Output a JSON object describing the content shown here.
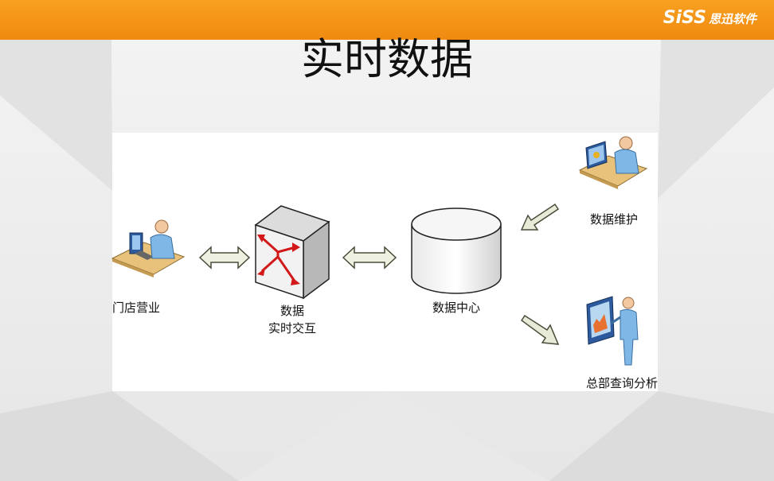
{
  "header": {
    "logo_mark": "SiSS",
    "logo_text": "思迅软件",
    "brand_color": "#f7941d"
  },
  "slide": {
    "title": "实时数据"
  },
  "diagram": {
    "nodes": [
      {
        "id": "store",
        "label": "门店营业",
        "icon": "person-at-computer-icon"
      },
      {
        "id": "exchange",
        "label_line1": "数据",
        "label_line2": "实时交互",
        "icon": "network-switch-icon"
      },
      {
        "id": "datacenter",
        "label": "数据中心",
        "icon": "database-cylinder-icon"
      },
      {
        "id": "maintenance",
        "label": "数据维护",
        "icon": "person-at-computer-icon"
      },
      {
        "id": "hq",
        "label": "总部查询分析",
        "icon": "person-at-kiosk-icon"
      }
    ],
    "edges": [
      {
        "from": "store",
        "to": "exchange",
        "direction": "bidirectional"
      },
      {
        "from": "exchange",
        "to": "datacenter",
        "direction": "bidirectional"
      },
      {
        "from": "maintenance",
        "to": "datacenter",
        "direction": "one-way"
      },
      {
        "from": "datacenter",
        "to": "hq",
        "direction": "one-way"
      }
    ]
  }
}
